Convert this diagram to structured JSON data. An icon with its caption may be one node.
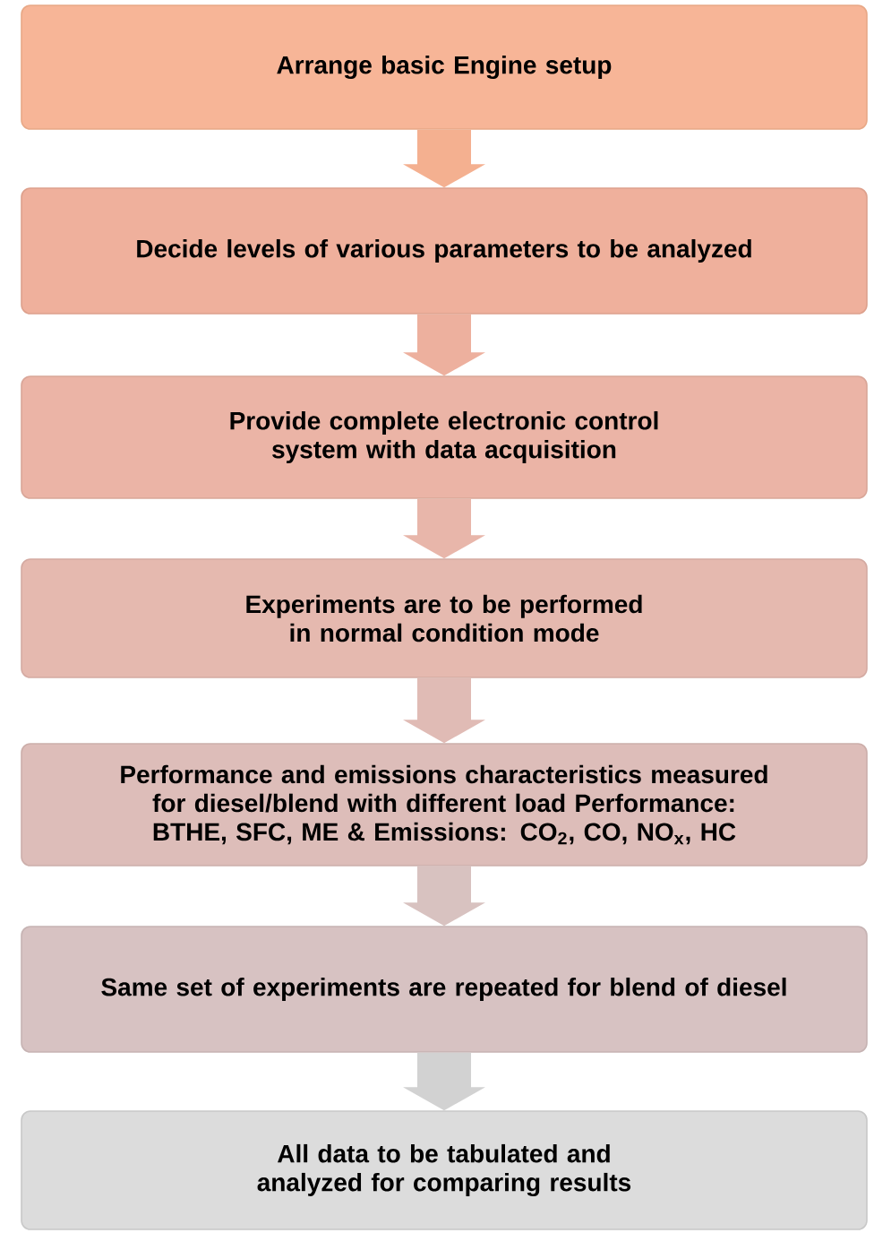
{
  "diagram": {
    "nodes": [
      {
        "text": [
          "Arrange basic Engine setup"
        ]
      },
      {
        "text": [
          "Decide levels of various parameters to be analyzed"
        ]
      },
      {
        "text": [
          "Provide complete electronic control system with data acquisition"
        ]
      },
      {
        "text": [
          "Experiments are to be performed in normal condition mode"
        ]
      },
      {
        "text": [
          "Performance and emissions characteristics measured for diesel/blend with different load Performance: BTHE, SFC, ME & Emissions: CO$_{2}$, CO, NO$_{x}$, HC"
        ]
      },
      {
        "text": [
          "Same set of experiments are repeated for blend of diesel"
        ]
      },
      {
        "text": [
          "All data to be tabulated and analyzed for comparing results"
        ]
      }
    ],
    "edges": [
      {
        "from": 0,
        "to": 1,
        "arrow": "to"
      },
      {
        "from": 1,
        "to": 2,
        "arrow": "to"
      },
      {
        "from": 2,
        "to": 3,
        "arrow": "to"
      },
      {
        "from": 3,
        "to": 4,
        "arrow": "to"
      },
      {
        "from": 4,
        "to": 5,
        "arrow": "to"
      },
      {
        "from": 5,
        "to": 6,
        "arrow": "to"
      }
    ]
  }
}
